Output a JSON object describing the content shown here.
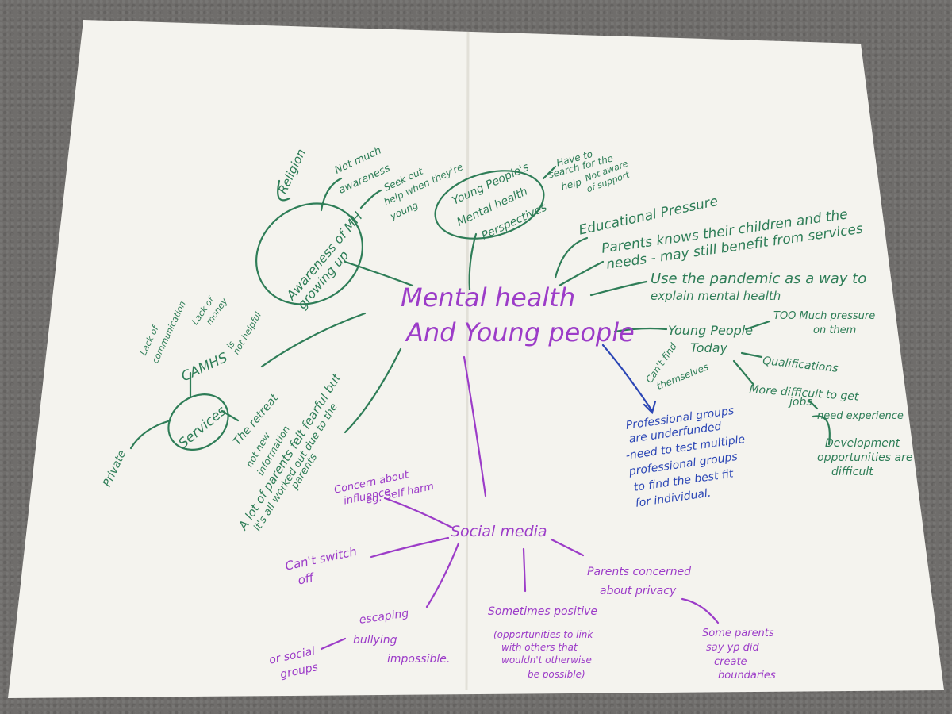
{
  "colors": {
    "paper": "#f4f3ee",
    "green_marker": "#2e7d57",
    "purple_marker": "#9c3cc8",
    "blue_marker": "#2b46b5",
    "carpet": "#6f6d6b"
  },
  "center": {
    "line1": "Mental health",
    "line2": "And Young people"
  },
  "awareness": {
    "bubble": "Awareness of MH growing up",
    "religion": "Religion",
    "not_much": [
      "Not much",
      "awareness"
    ],
    "seek_out": [
      "Seek out",
      "help when they're",
      "young"
    ]
  },
  "perspectives": {
    "bubble": [
      "Young People's",
      "Mental health",
      "Perspectives"
    ],
    "search": [
      "Have to",
      "search for the",
      "help"
    ],
    "not_aware": [
      "Not aware",
      "of support"
    ]
  },
  "right_branches": {
    "educational": "Educational Pressure",
    "parents_know": [
      "Parents knows their children and the",
      "needs - may still benefit from services"
    ],
    "pandemic": [
      "Use the pandemic as a way to",
      "explain mental health"
    ]
  },
  "young_people_today": {
    "title": [
      "Young People",
      "Today"
    ],
    "pressure": [
      "TOO Much pressure",
      "on them"
    ],
    "cant_find": [
      "Can't find",
      "themselves"
    ],
    "qualifications": "Qualifications",
    "jobs": [
      "More difficult to get",
      "jobs"
    ],
    "experience": "need experience",
    "development": [
      "Development",
      "opportunities are",
      "difficult"
    ]
  },
  "professional": [
    "Professional groups",
    "are underfunded",
    "-need to test multiple",
    "professional groups",
    "to find the best fit",
    "for individual."
  ],
  "services": {
    "bubble": "Services",
    "camhs": "CAMHS",
    "lack_comm": [
      "Lack of",
      "communication"
    ],
    "lack_money": [
      "Lack of",
      "money"
    ],
    "not_helpful": [
      "is",
      "not helpful"
    ],
    "private": "Private",
    "retreat": "The retreat",
    "not_new": [
      "not new",
      "information"
    ]
  },
  "parents_fearful": [
    "A lot of parents felt fearful but",
    "it's all worked out due to the",
    "parents"
  ],
  "social": {
    "title": "Social media",
    "concern": [
      "Concern about",
      "influence.",
      "eg. Self harm"
    ],
    "cant_switch": [
      "Can't switch",
      "off"
    ],
    "escaping": "escaping",
    "bullying": "bullying",
    "impossible": "impossible.",
    "groups": [
      "or social",
      "groups"
    ],
    "sometimes": "Sometimes positive",
    "opportunities": [
      "(opportunities to link",
      "with others that",
      "wouldn't otherwise",
      "be possible)"
    ],
    "privacy": [
      "Parents concerned",
      "about privacy"
    ],
    "boundaries": [
      "Some parents",
      "say yp did",
      "create",
      "boundaries"
    ]
  }
}
